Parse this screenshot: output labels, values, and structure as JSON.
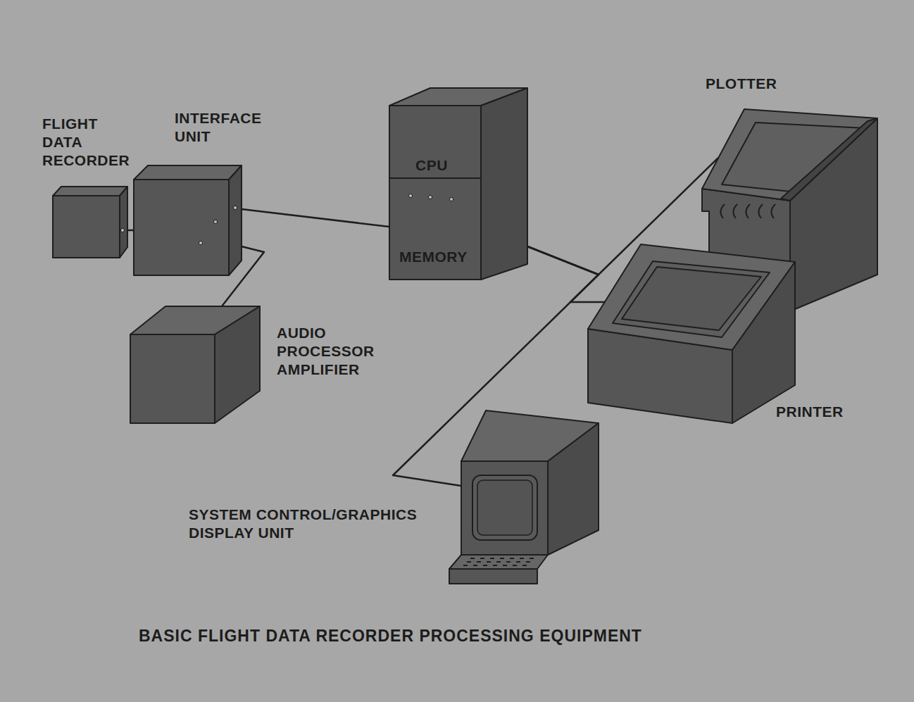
{
  "diagram": {
    "caption": "BASIC FLIGHT DATA RECORDER PROCESSING EQUIPMENT",
    "nodes": [
      {
        "text": [
          "FLIGHT DATA RECORDER"
        ]
      },
      {
        "text": [
          "INTERFACE UNIT"
        ]
      },
      {
        "text": [
          "CPU",
          "MEMORY"
        ]
      },
      {
        "text": [
          "PLOTTER"
        ]
      },
      {
        "text": [
          "AUDIO PROCESSOR AMPLIFIER"
        ]
      },
      {
        "text": [
          "PRINTER"
        ]
      },
      {
        "text": [
          "SYSTEM CONTROL/GRAPHICS DISPLAY UNIT"
        ]
      }
    ],
    "edges": [
      {
        "from": 0,
        "to": 1,
        "arrow": "none"
      },
      {
        "from": 1,
        "to": 2,
        "arrow": "none"
      },
      {
        "from": 1,
        "to": 4,
        "arrow": "none"
      },
      {
        "from": 2,
        "to": 3,
        "arrow": "none"
      },
      {
        "from": 2,
        "to": 5,
        "arrow": "none"
      },
      {
        "from": 2,
        "to": 6,
        "arrow": "none"
      }
    ]
  }
}
